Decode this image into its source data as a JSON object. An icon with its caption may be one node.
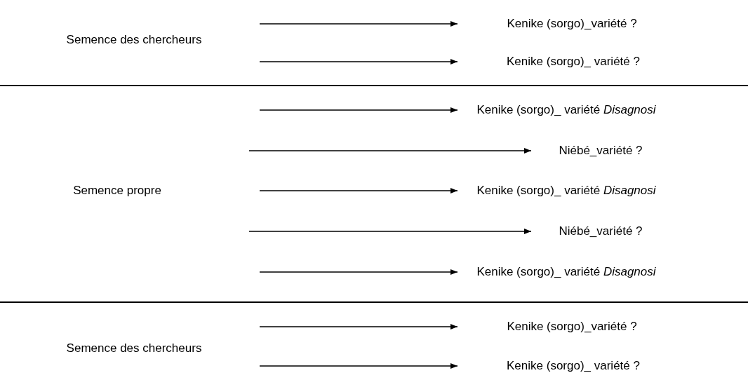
{
  "diagram": {
    "nodes": [
      {
        "text": [
          "Semence des chercheurs"
        ]
      },
      {
        "text": [
          "Kenike (sorgo)_variété ?"
        ]
      },
      {
        "text": [
          "Kenike (sorgo)_ variété ?"
        ]
      },
      {
        "text": [
          "Semence propre"
        ]
      },
      {
        "text": [
          "Kenike (sorgo)_ variété *Disagnosi*"
        ]
      },
      {
        "text": [
          "Niébé_variété ?"
        ]
      },
      {
        "text": [
          "Kenike (sorgo)_ variété *Disagnosi*"
        ]
      },
      {
        "text": [
          "Niébé_variété ?"
        ]
      },
      {
        "text": [
          "Kenike (sorgo)_ variété *Disagnosi*"
        ]
      },
      {
        "text": [
          "Semence des chercheurs"
        ]
      },
      {
        "text": [
          "Kenike (sorgo)_variété ?"
        ]
      },
      {
        "text": [
          "Kenike (sorgo)_ variété ?"
        ]
      }
    ],
    "edges": [
      {
        "from": null,
        "to": 1,
        "arrow": "to"
      },
      {
        "from": null,
        "to": 2,
        "arrow": "to"
      },
      {
        "from": null,
        "to": 4,
        "arrow": "to"
      },
      {
        "from": null,
        "to": 5,
        "arrow": "to"
      },
      {
        "from": null,
        "to": 6,
        "arrow": "to"
      },
      {
        "from": null,
        "to": 7,
        "arrow": "to"
      },
      {
        "from": null,
        "to": 8,
        "arrow": "to"
      },
      {
        "from": null,
        "to": 10,
        "arrow": "to"
      },
      {
        "from": null,
        "to": 11,
        "arrow": "to"
      }
    ]
  }
}
